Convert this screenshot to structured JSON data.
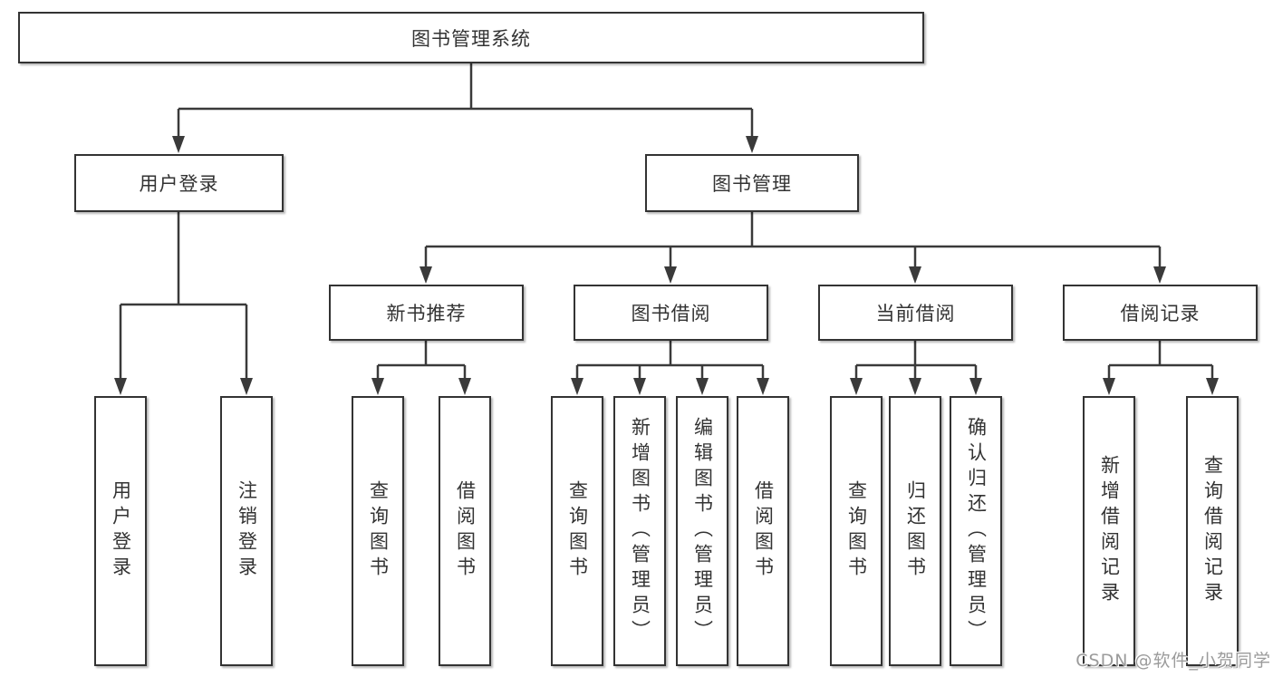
{
  "diagram": {
    "title": "图书管理系统",
    "nodes": {
      "root": {
        "label": "图书管理系统"
      },
      "user_login": {
        "label": "用户登录"
      },
      "book_mgmt": {
        "label": "图书管理"
      },
      "new_book_rec": {
        "label": "新书推荐"
      },
      "book_borrow": {
        "label": "图书借阅"
      },
      "current_borrow": {
        "label": "当前借阅"
      },
      "borrow_record": {
        "label": "借阅记录"
      },
      "leaf_user_login": {
        "label": "用户登录"
      },
      "leaf_logout": {
        "label": "注销登录"
      },
      "leaf_query_book_1": {
        "label": "查询图书"
      },
      "leaf_borrow_book_1": {
        "label": "借阅图书"
      },
      "leaf_query_book_2": {
        "label": "查询图书"
      },
      "leaf_add_book": {
        "label": "新增图书（管理员）"
      },
      "leaf_edit_book": {
        "label": "编辑图书（管理员）"
      },
      "leaf_borrow_book_2": {
        "label": "借阅图书"
      },
      "leaf_query_book_3": {
        "label": "查询图书"
      },
      "leaf_return_book": {
        "label": "归还图书"
      },
      "leaf_confirm_return": {
        "label": "确认归还（管理员）"
      },
      "leaf_add_record": {
        "label": "新增借阅记录"
      },
      "leaf_query_record": {
        "label": "查询借阅记录"
      }
    },
    "hierarchy": {
      "图书管理系统": {
        "用户登录": [
          "用户登录",
          "注销登录"
        ],
        "图书管理": {
          "新书推荐": [
            "查询图书",
            "借阅图书"
          ],
          "图书借阅": [
            "查询图书",
            "新增图书（管理员）",
            "编辑图书（管理员）",
            "借阅图书"
          ],
          "当前借阅": [
            "查询图书",
            "归还图书",
            "确认归还（管理员）"
          ],
          "借阅记录": [
            "新增借阅记录",
            "查询借阅记录"
          ]
        }
      }
    },
    "colors": {
      "box_border": "#333333",
      "box_fill": "#ffffff",
      "text": "#333333",
      "connector": "#3a3a3a",
      "watermark": "#9b9b9b",
      "background": "#ffffff"
    }
  },
  "watermark": {
    "text": "CSDN @软件_小贺同学"
  }
}
